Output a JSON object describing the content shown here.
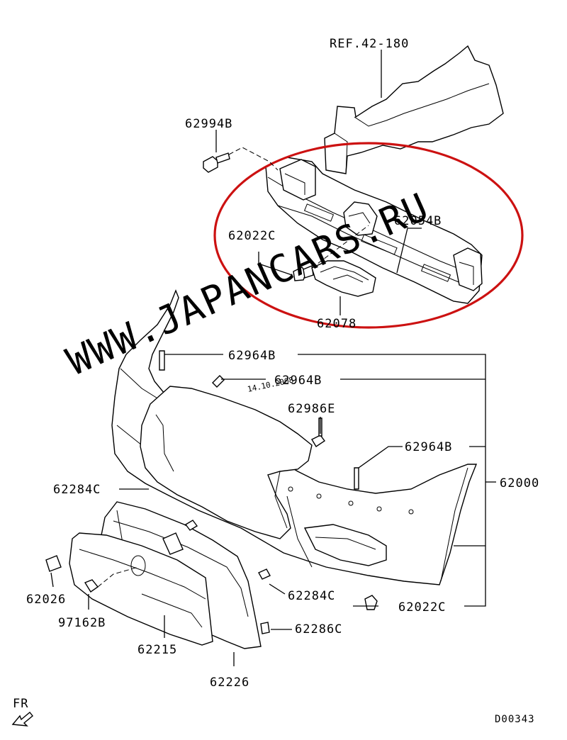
{
  "labels": {
    "ref": "REF.42-180",
    "p62994B": "62994B",
    "p62022C_top": "62022C",
    "p62054B": "62054B",
    "p62078": "62078",
    "p62964B_a": "62964B",
    "p62964B_b": "62964B",
    "p62986E": "62986E",
    "p62964B_c": "62964B",
    "p62000": "62000",
    "p62284C_left": "62284C",
    "p62026": "62026",
    "p97162B": "97162B",
    "p62215": "62215",
    "p62226": "62226",
    "p62284C_right": "62284C",
    "p62022C_bottom": "62022C",
    "p62286C": "62286C"
  },
  "corner": {
    "fr": "FR",
    "code": "D00343"
  },
  "watermark": {
    "text": "WWW.JAPANCARS.RU",
    "stamp": "14.10.2008"
  },
  "colors": {
    "highlight": "#cc1111",
    "ink": "#000000",
    "watermark": "#969696"
  }
}
